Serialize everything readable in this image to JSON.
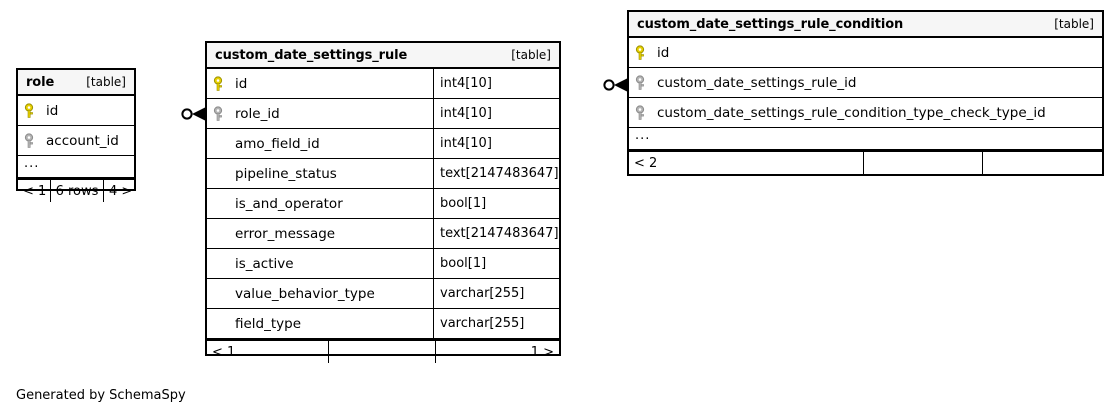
{
  "diagram": {
    "type": "schemaspy-er-diagram",
    "caption": "Generated by SchemaSpy",
    "table_tag": "[table]",
    "ellipsis": "...",
    "colors": {
      "primary_key_icon": "#e8d000",
      "foreign_key_icon": "#b3b3b3",
      "border": "#000000",
      "header_background": "#f6f6f6",
      "page_background": "#ffffff"
    }
  },
  "tables": [
    {
      "name": "role",
      "tag": "[table]",
      "columns": [
        {
          "key": "primary",
          "name": "id",
          "type": ""
        },
        {
          "key": "foreign",
          "name": "account_id",
          "type": ""
        }
      ],
      "has_ellipsis_row": true,
      "footer": [
        {
          "text": "< 1",
          "align": "left"
        },
        {
          "text": "6 rows",
          "align": "center"
        },
        {
          "text": "4 >",
          "align": "center"
        }
      ]
    },
    {
      "name": "custom_date_settings_rule",
      "tag": "[table]",
      "columns": [
        {
          "key": "primary",
          "name": "id",
          "type": "int4[10]"
        },
        {
          "key": "foreign",
          "name": "role_id",
          "type": "int4[10]"
        },
        {
          "key": "none",
          "name": "amo_field_id",
          "type": "int4[10]"
        },
        {
          "key": "none",
          "name": "pipeline_status",
          "type": "text[2147483647]"
        },
        {
          "key": "none",
          "name": "is_and_operator",
          "type": "bool[1]"
        },
        {
          "key": "none",
          "name": "error_message",
          "type": "text[2147483647]"
        },
        {
          "key": "none",
          "name": "is_active",
          "type": "bool[1]"
        },
        {
          "key": "none",
          "name": "value_behavior_type",
          "type": "varchar[255]"
        },
        {
          "key": "none",
          "name": "field_type",
          "type": "varchar[255]"
        }
      ],
      "has_ellipsis_row": false,
      "footer": [
        {
          "text": "< 1",
          "align": "left"
        },
        {
          "text": "",
          "align": "center"
        },
        {
          "text": "1 >",
          "align": "right"
        }
      ]
    },
    {
      "name": "custom_date_settings_rule_condition",
      "tag": "[table]",
      "columns": [
        {
          "key": "primary",
          "name": "id",
          "type": ""
        },
        {
          "key": "foreign",
          "name": "custom_date_settings_rule_id",
          "type": ""
        },
        {
          "key": "foreign",
          "name": "custom_date_settings_rule_condition_type_check_type_id",
          "type": ""
        }
      ],
      "has_ellipsis_row": true,
      "footer": [
        {
          "text": "< 2",
          "align": "left"
        },
        {
          "text": "",
          "align": "center"
        },
        {
          "text": "",
          "align": "center"
        }
      ]
    }
  ],
  "relationships": [
    {
      "target_table": "custom_date_settings_rule",
      "target_column": "role_id",
      "notation": "zero-or-many"
    },
    {
      "target_table": "custom_date_settings_rule_condition",
      "target_column": "custom_date_settings_rule_id",
      "notation": "zero-or-many"
    }
  ]
}
